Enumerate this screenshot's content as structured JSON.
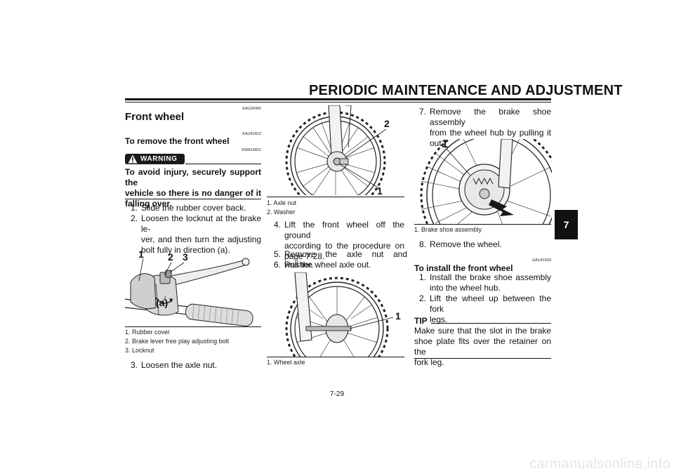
{
  "header": {
    "title": "PERIODIC MAINTENANCE AND ADJUSTMENT"
  },
  "chapter_tab": "7",
  "page_number": "7-29",
  "watermark": "carmanualsonline.info",
  "col1": {
    "code_section": "EAU24360",
    "section_title": "Front wheel",
    "code_remove": "EAU41813",
    "remove_title": "To remove the front wheel",
    "warning_code": "EWA10821",
    "warning_label": "WARNING",
    "warning_lines": [
      "To avoid injury, securely support the",
      "vehicle so there is no danger of it",
      "falling over."
    ],
    "steps": [
      {
        "num": "1.",
        "lines": [
          "Slide the rubber cover back."
        ]
      },
      {
        "num": "2.",
        "lines": [
          "Loosen the locknut at the brake le-",
          "ver, and then turn the adjusting",
          "bolt fully in direction (a)."
        ]
      }
    ],
    "figure_callouts": [
      "1",
      "2",
      "3",
      "(a)"
    ],
    "captions": [
      "1. Rubber cover",
      "2. Brake lever free play adjusting bolt",
      "3. Locknut"
    ],
    "step3": {
      "num": "3.",
      "text": "Loosen the axle nut."
    }
  },
  "col2": {
    "fig1_callouts": [
      "2",
      "1"
    ],
    "captions1": [
      "1. Axle nut",
      "2. Washer"
    ],
    "steps": [
      {
        "num": "4.",
        "lines": [
          "Lift the front wheel off the ground",
          "according to the procedure on",
          "page 7-28."
        ]
      },
      {
        "num": "5.",
        "lines": [
          "Remove the axle nut and washer."
        ]
      },
      {
        "num": "6.",
        "lines": [
          "Pull the wheel axle out."
        ]
      }
    ],
    "fig2_callouts": [
      "1"
    ],
    "captions2": [
      "1. Wheel axle"
    ]
  },
  "col3": {
    "step7": {
      "num": "7.",
      "lines": [
        "Remove the brake shoe assembly",
        "from the wheel hub by pulling it",
        "out."
      ]
    },
    "fig_callouts": [
      "1"
    ],
    "captions": [
      "1. Brake shoe assembly"
    ],
    "step8": {
      "num": "8.",
      "text": "Remove the wheel."
    },
    "code_install": "EAU41693",
    "install_title": "To install the front wheel",
    "install_steps": [
      {
        "num": "1.",
        "lines": [
          "Install the brake shoe assembly",
          "into the wheel hub."
        ]
      },
      {
        "num": "2.",
        "lines": [
          "Lift the wheel up between the fork",
          "legs."
        ]
      }
    ],
    "tip_label": "TIP",
    "tip_lines": [
      "Make sure that the slot in the brake",
      "shoe plate fits over the retainer on the",
      "fork leg."
    ]
  }
}
